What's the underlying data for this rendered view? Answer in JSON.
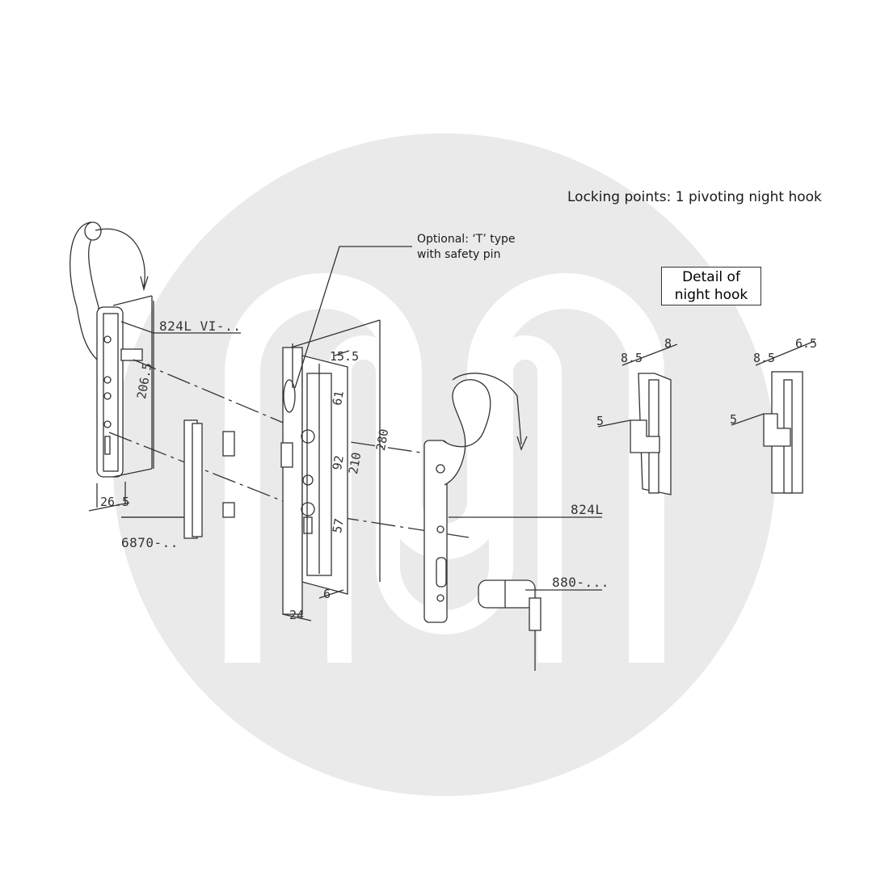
{
  "title": "Locking points: 1 pivoting night hook",
  "optional_note": [
    "Optional: ‘T’ type",
    "with safety pin"
  ],
  "detail_box": [
    "Detail of",
    "night hook"
  ],
  "part_labels": {
    "inner_handle": "824L VI-..",
    "keep": "6870-..",
    "outer_handle": "824L",
    "cylinder": "880-..."
  },
  "dimensions": {
    "handle_height": "206.5",
    "handle_width": "26.5",
    "lock_height": "280",
    "case_height": "210",
    "backset_top": "15.5",
    "dim_61": "61",
    "centres": "92",
    "dim_57": "57",
    "faceplate_width": "24",
    "case_offset": "6",
    "hook1_w1": "8.5",
    "hook1_w2": "8",
    "hook1_depth": "5",
    "hook2_w1": "8.5",
    "hook2_w2": "6.5",
    "hook2_depth": "5"
  },
  "colors": {
    "watermark": "#e9e9e9",
    "line": "#333333",
    "background": "#ffffff"
  }
}
